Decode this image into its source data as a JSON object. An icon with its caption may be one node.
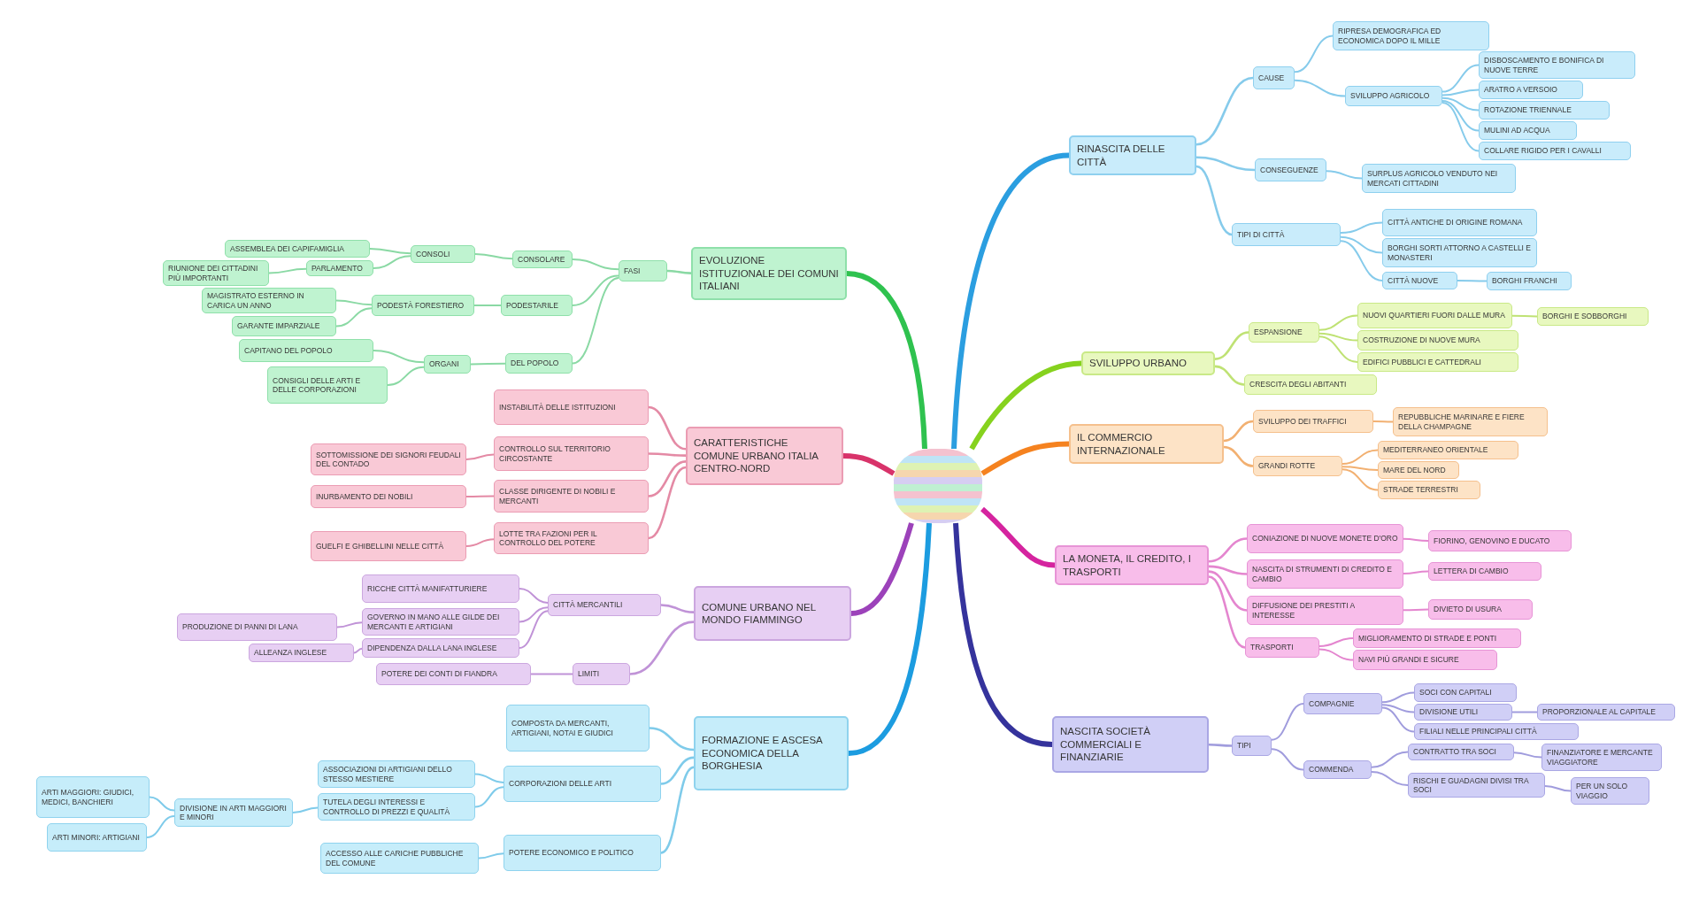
{
  "diagram": {
    "nodes": [
      {
        "text": [],
        "shape": "picture"
      },
      {
        "text": [
          "RINASCITA DELLE CITTÀ"
        ]
      },
      {
        "text": [
          "CAUSE"
        ]
      },
      {
        "text": [
          "RIPRESA DEMOGRAFICA ED ECONOMICA DOPO IL MILLE"
        ]
      },
      {
        "text": [
          "SVILUPPO AGRICOLO"
        ]
      },
      {
        "text": [
          "DISBOSCAMENTO E BONIFICA DI NUOVE TERRE"
        ]
      },
      {
        "text": [
          "ARATRO A VERSOIO"
        ]
      },
      {
        "text": [
          "ROTAZIONE TRIENNALE"
        ]
      },
      {
        "text": [
          "MULINI AD ACQUA"
        ]
      },
      {
        "text": [
          "COLLARE RIGIDO PER I CAVALLI"
        ]
      },
      {
        "text": [
          "CONSEGUENZE"
        ]
      },
      {
        "text": [
          "SURPLUS AGRICOLO VENDUTO NEI MERCATI CITTADINI"
        ]
      },
      {
        "text": [
          "TIPI DI CITTÀ"
        ]
      },
      {
        "text": [
          "CITTÀ ANTICHE DI ORIGINE ROMANA"
        ]
      },
      {
        "text": [
          "BORGHI SORTI ATTORNO A CASTELLI E MONASTERI"
        ]
      },
      {
        "text": [
          "CITTÀ NUOVE"
        ]
      },
      {
        "text": [
          "BORGHI FRANCHI"
        ]
      },
      {
        "text": [
          "SVILUPPO URBANO"
        ]
      },
      {
        "text": [
          "ESPANSIONE"
        ]
      },
      {
        "text": [
          "NUOVI QUARTIERI FUORI DALLE MURA"
        ]
      },
      {
        "text": [
          "BORGHI E SOBBORGHI"
        ]
      },
      {
        "text": [
          "COSTRUZIONE DI NUOVE MURA"
        ]
      },
      {
        "text": [
          "EDIFICI PUBBLICI E CATTEDRALI"
        ]
      },
      {
        "text": [
          "CRESCITA DEGLI ABITANTI"
        ]
      },
      {
        "text": [
          "IL COMMERCIO INTERNAZIONALE"
        ]
      },
      {
        "text": [
          "SVILUPPO DEI TRAFFICI"
        ]
      },
      {
        "text": [
          "REPUBBLICHE MARINARE E FIERE DELLA CHAMPAGNE"
        ]
      },
      {
        "text": [
          "GRANDI ROTTE"
        ]
      },
      {
        "text": [
          "MEDITERRANEO ORIENTALE"
        ]
      },
      {
        "text": [
          "MARE DEL NORD"
        ]
      },
      {
        "text": [
          "STRADE TERRESTRI"
        ]
      },
      {
        "text": [
          "LA MONETA, IL CREDITO, I TRASPORTI"
        ]
      },
      {
        "text": [
          "CONIAZIONE DI NUOVE MONETE D'ORO"
        ]
      },
      {
        "text": [
          "FIORINO, GENOVINO E DUCATO"
        ]
      },
      {
        "text": [
          "NASCITA DI STRUMENTI DI CREDITO E CAMBIO"
        ]
      },
      {
        "text": [
          "LETTERA DI CAMBIO"
        ]
      },
      {
        "text": [
          "DIFFUSIONE DEI PRESTITI A INTERESSE"
        ]
      },
      {
        "text": [
          "DIVIETO DI USURA"
        ]
      },
      {
        "text": [
          "TRASPORTI"
        ]
      },
      {
        "text": [
          "MIGLIORAMENTO DI STRADE E PONTI"
        ]
      },
      {
        "text": [
          "NAVI PIÙ GRANDI E SICURE"
        ]
      },
      {
        "text": [
          "NASCITA SOCIETÀ COMMERCIALI E FINANZIARIE"
        ]
      },
      {
        "text": [
          "TIPI"
        ]
      },
      {
        "text": [
          "COMPAGNIE"
        ]
      },
      {
        "text": [
          "SOCI CON CAPITALI"
        ]
      },
      {
        "text": [
          "DIVISIONE UTILI"
        ]
      },
      {
        "text": [
          "PROPORZIONALE AL CAPITALE"
        ]
      },
      {
        "text": [
          "FILIALI NELLE PRINCIPALI CITTÀ"
        ]
      },
      {
        "text": [
          "COMMENDA"
        ]
      },
      {
        "text": [
          "CONTRATTO TRA SOCI"
        ]
      },
      {
        "text": [
          "FINANZIATORE E MERCANTE VIAGGIATORE"
        ]
      },
      {
        "text": [
          "RISCHI E GUADAGNI DIVISI TRA SOCI"
        ]
      },
      {
        "text": [
          "PER UN SOLO VIAGGIO"
        ]
      },
      {
        "text": [
          "EVOLUZIONE ISTITUZIONALE DEI COMUNI ITALIANI"
        ]
      },
      {
        "text": [
          "FASI"
        ]
      },
      {
        "text": [
          "CONSOLARE"
        ]
      },
      {
        "text": [
          "CONSOLI"
        ]
      },
      {
        "text": [
          "ASSEMBLEA DEI CAPIFAMIGLIA"
        ]
      },
      {
        "text": [
          "PARLAMENTO"
        ]
      },
      {
        "text": [
          "RIUNIONE DEI CITTADINI PIÙ IMPORTANTI"
        ]
      },
      {
        "text": [
          "PODESTARILE"
        ]
      },
      {
        "text": [
          "PODESTÀ FORESTIERO"
        ]
      },
      {
        "text": [
          "MAGISTRATO ESTERNO IN CARICA UN ANNO"
        ]
      },
      {
        "text": [
          "GARANTE IMPARZIALE"
        ]
      },
      {
        "text": [
          "DEL POPOLO"
        ]
      },
      {
        "text": [
          "ORGANI"
        ]
      },
      {
        "text": [
          "CAPITANO DEL POPOLO"
        ]
      },
      {
        "text": [
          "CONSIGLI DELLE ARTI E DELLE CORPORAZIONI"
        ]
      },
      {
        "text": [
          "CARATTERISTICHE COMUNE URBANO ITALIA CENTRO-NORD"
        ]
      },
      {
        "text": [
          "INSTABILITÀ DELLE ISTITUZIONI"
        ]
      },
      {
        "text": [
          "CONTROLLO SUL TERRITORIO CIRCOSTANTE"
        ]
      },
      {
        "text": [
          "SOTTOMISSIONE DEI SIGNORI FEUDALI DEL CONTADO"
        ]
      },
      {
        "text": [
          "CLASSE DIRIGENTE DI NOBILI E MERCANTI"
        ]
      },
      {
        "text": [
          "INURBAMENTO DEI NOBILI"
        ]
      },
      {
        "text": [
          "LOTTE TRA FAZIONI PER IL CONTROLLO DEL POTERE"
        ]
      },
      {
        "text": [
          "GUELFI E GHIBELLINI NELLE CITTÀ"
        ]
      },
      {
        "text": [
          "COMUNE URBANO NEL MONDO FIAMMINGO"
        ]
      },
      {
        "text": [
          "CITTÀ MERCANTILI"
        ]
      },
      {
        "text": [
          "RICCHE CITTÀ MANIFATTURIERE"
        ]
      },
      {
        "text": [
          "GOVERNO IN MANO ALLE GILDE DEI MERCANTI E ARTIGIANI"
        ]
      },
      {
        "text": [
          "PRODUZIONE DI PANNI DI LANA"
        ]
      },
      {
        "text": [
          "DIPENDENZA DALLA LANA INGLESE"
        ]
      },
      {
        "text": [
          "ALLEANZA INGLESE"
        ]
      },
      {
        "text": [
          "LIMITI"
        ]
      },
      {
        "text": [
          "POTERE DEI CONTI DI FIANDRA"
        ]
      },
      {
        "text": [
          "FORMAZIONE E ASCESA ECONOMICA DELLA BORGHESIA"
        ]
      },
      {
        "text": [
          "COMPOSTA DA MERCANTI, ARTIGIANI, NOTAI E GIUDICI"
        ]
      },
      {
        "text": [
          "CORPORAZIONI DELLE ARTI"
        ]
      },
      {
        "text": [
          "ASSOCIAZIONI DI ARTIGIANI DELLO STESSO MESTIERE"
        ]
      },
      {
        "text": [
          "TUTELA DEGLI INTERESSI E CONTROLLO DI PREZZI E QUALITÀ"
        ]
      },
      {
        "text": [
          "DIVISIONE IN ARTI MAGGIORI E MINORI"
        ]
      },
      {
        "text": [
          "ARTI MAGGIORI: GIUDICI, MEDICI, BANCHIERI"
        ]
      },
      {
        "text": [
          "ARTI MINORI: ARTIGIANI"
        ]
      },
      {
        "text": [
          "POTERE ECONOMICO E POLITICO"
        ]
      },
      {
        "text": [
          "ACCESSO ALLE CARICHE PUBBLICHE DEL COMUNE"
        ]
      }
    ],
    "edges": [
      {
        "from": 0,
        "to": 1,
        "arrow": "none",
        "style": "thick",
        "color": "#2b9ee0"
      },
      {
        "from": 1,
        "to": 2,
        "arrow": "none",
        "color": "#86cbeb"
      },
      {
        "from": 2,
        "to": 3,
        "arrow": "none",
        "color": "#86cbeb"
      },
      {
        "from": 2,
        "to": 4,
        "arrow": "none",
        "color": "#86cbeb"
      },
      {
        "from": 4,
        "to": 5,
        "arrow": "none",
        "color": "#86cbeb"
      },
      {
        "from": 4,
        "to": 6,
        "arrow": "none",
        "color": "#86cbeb"
      },
      {
        "from": 4,
        "to": 7,
        "arrow": "none",
        "color": "#86cbeb"
      },
      {
        "from": 4,
        "to": 8,
        "arrow": "none",
        "color": "#86cbeb"
      },
      {
        "from": 4,
        "to": 9,
        "arrow": "none",
        "color": "#86cbeb"
      },
      {
        "from": 1,
        "to": 10,
        "arrow": "none",
        "color": "#86cbeb"
      },
      {
        "from": 10,
        "to": 11,
        "arrow": "none",
        "color": "#86cbeb"
      },
      {
        "from": 1,
        "to": 12,
        "arrow": "none",
        "color": "#86cbeb"
      },
      {
        "from": 12,
        "to": 13,
        "arrow": "none",
        "color": "#86cbeb"
      },
      {
        "from": 12,
        "to": 14,
        "arrow": "none",
        "color": "#86cbeb"
      },
      {
        "from": 12,
        "to": 15,
        "arrow": "none",
        "color": "#86cbeb"
      },
      {
        "from": 15,
        "to": 16,
        "arrow": "none",
        "color": "#86cbeb"
      },
      {
        "from": 0,
        "to": 17,
        "arrow": "none",
        "style": "thick",
        "color": "#86d21e"
      },
      {
        "from": 17,
        "to": 18,
        "arrow": "none",
        "color": "#bfe274"
      },
      {
        "from": 18,
        "to": 19,
        "arrow": "none",
        "color": "#bfe274"
      },
      {
        "from": 19,
        "to": 20,
        "arrow": "none",
        "color": "#bfe274"
      },
      {
        "from": 18,
        "to": 21,
        "arrow": "none",
        "color": "#bfe274"
      },
      {
        "from": 18,
        "to": 22,
        "arrow": "none",
        "color": "#bfe274"
      },
      {
        "from": 17,
        "to": 23,
        "arrow": "none",
        "color": "#bfe274"
      },
      {
        "from": 0,
        "to": 24,
        "arrow": "none",
        "style": "thick",
        "color": "#f5821f"
      },
      {
        "from": 24,
        "to": 25,
        "arrow": "none",
        "color": "#f2b071"
      },
      {
        "from": 25,
        "to": 26,
        "arrow": "none",
        "color": "#f2b071"
      },
      {
        "from": 24,
        "to": 27,
        "arrow": "none",
        "color": "#f2b071"
      },
      {
        "from": 27,
        "to": 28,
        "arrow": "none",
        "color": "#f2b071"
      },
      {
        "from": 27,
        "to": 29,
        "arrow": "none",
        "color": "#f2b071"
      },
      {
        "from": 27,
        "to": 30,
        "arrow": "none",
        "color": "#f2b071"
      },
      {
        "from": 0,
        "to": 31,
        "arrow": "none",
        "style": "thick",
        "color": "#d5249f"
      },
      {
        "from": 31,
        "to": 32,
        "arrow": "none",
        "color": "#e486cf"
      },
      {
        "from": 32,
        "to": 33,
        "arrow": "none",
        "color": "#e486cf"
      },
      {
        "from": 31,
        "to": 34,
        "arrow": "none",
        "color": "#e486cf"
      },
      {
        "from": 34,
        "to": 35,
        "arrow": "none",
        "color": "#e486cf"
      },
      {
        "from": 31,
        "to": 36,
        "arrow": "none",
        "color": "#e486cf"
      },
      {
        "from": 36,
        "to": 37,
        "arrow": "none",
        "color": "#e486cf"
      },
      {
        "from": 31,
        "to": 38,
        "arrow": "none",
        "color": "#e486cf"
      },
      {
        "from": 38,
        "to": 39,
        "arrow": "none",
        "color": "#e486cf"
      },
      {
        "from": 38,
        "to": 40,
        "arrow": "none",
        "color": "#e486cf"
      },
      {
        "from": 0,
        "to": 41,
        "arrow": "none",
        "style": "thick",
        "color": "#35339c"
      },
      {
        "from": 41,
        "to": 42,
        "arrow": "none",
        "color": "#a09cdd"
      },
      {
        "from": 42,
        "to": 43,
        "arrow": "none",
        "color": "#a09cdd"
      },
      {
        "from": 43,
        "to": 44,
        "arrow": "none",
        "color": "#a09cdd"
      },
      {
        "from": 43,
        "to": 45,
        "arrow": "none",
        "color": "#a09cdd"
      },
      {
        "from": 45,
        "to": 46,
        "arrow": "none",
        "color": "#a09cdd"
      },
      {
        "from": 43,
        "to": 47,
        "arrow": "none",
        "color": "#a09cdd"
      },
      {
        "from": 42,
        "to": 48,
        "arrow": "none",
        "color": "#a09cdd"
      },
      {
        "from": 48,
        "to": 49,
        "arrow": "none",
        "color": "#a09cdd"
      },
      {
        "from": 49,
        "to": 50,
        "arrow": "none",
        "color": "#a09cdd"
      },
      {
        "from": 48,
        "to": 51,
        "arrow": "none",
        "color": "#a09cdd"
      },
      {
        "from": 51,
        "to": 52,
        "arrow": "none",
        "color": "#a09cdd"
      },
      {
        "from": 0,
        "to": 53,
        "arrow": "none",
        "style": "thick",
        "color": "#2fc24f"
      },
      {
        "from": 53,
        "to": 54,
        "arrow": "none",
        "color": "#8ad9a4"
      },
      {
        "from": 54,
        "to": 55,
        "arrow": "none",
        "color": "#8ad9a4"
      },
      {
        "from": 55,
        "to": 56,
        "arrow": "none",
        "color": "#8ad9a4"
      },
      {
        "from": 56,
        "to": 57,
        "arrow": "none",
        "color": "#8ad9a4"
      },
      {
        "from": 56,
        "to": 58,
        "arrow": "none",
        "color": "#8ad9a4"
      },
      {
        "from": 58,
        "to": 59,
        "arrow": "none",
        "color": "#8ad9a4"
      },
      {
        "from": 54,
        "to": 60,
        "arrow": "none",
        "color": "#8ad9a4"
      },
      {
        "from": 60,
        "to": 61,
        "arrow": "none",
        "color": "#8ad9a4"
      },
      {
        "from": 61,
        "to": 62,
        "arrow": "none",
        "color": "#8ad9a4"
      },
      {
        "from": 61,
        "to": 63,
        "arrow": "none",
        "color": "#8ad9a4"
      },
      {
        "from": 54,
        "to": 64,
        "arrow": "none",
        "color": "#8ad9a4"
      },
      {
        "from": 64,
        "to": 65,
        "arrow": "none",
        "color": "#8ad9a4"
      },
      {
        "from": 65,
        "to": 66,
        "arrow": "none",
        "color": "#8ad9a4"
      },
      {
        "from": 65,
        "to": 67,
        "arrow": "none",
        "color": "#8ad9a4"
      },
      {
        "from": 0,
        "to": 68,
        "arrow": "none",
        "style": "thick",
        "color": "#d8336a"
      },
      {
        "from": 68,
        "to": 69,
        "arrow": "none",
        "color": "#e48aa5"
      },
      {
        "from": 68,
        "to": 70,
        "arrow": "none",
        "color": "#e48aa5"
      },
      {
        "from": 70,
        "to": 71,
        "arrow": "none",
        "color": "#e48aa5"
      },
      {
        "from": 68,
        "to": 72,
        "arrow": "none",
        "color": "#e48aa5"
      },
      {
        "from": 72,
        "to": 73,
        "arrow": "none",
        "color": "#e48aa5"
      },
      {
        "from": 68,
        "to": 74,
        "arrow": "none",
        "color": "#e48aa5"
      },
      {
        "from": 74,
        "to": 75,
        "arrow": "none",
        "color": "#e48aa5"
      },
      {
        "from": 0,
        "to": 76,
        "arrow": "none",
        "style": "thick",
        "color": "#9c42ba"
      },
      {
        "from": 76,
        "to": 77,
        "arrow": "none",
        "color": "#c093d7"
      },
      {
        "from": 77,
        "to": 78,
        "arrow": "none",
        "color": "#c093d7"
      },
      {
        "from": 77,
        "to": 79,
        "arrow": "none",
        "color": "#c093d7"
      },
      {
        "from": 79,
        "to": 80,
        "arrow": "none",
        "color": "#c093d7"
      },
      {
        "from": 77,
        "to": 81,
        "arrow": "none",
        "color": "#c093d7"
      },
      {
        "from": 81,
        "to": 82,
        "arrow": "none",
        "color": "#c093d7"
      },
      {
        "from": 76,
        "to": 83,
        "arrow": "none",
        "color": "#c093d7"
      },
      {
        "from": 83,
        "to": 84,
        "arrow": "none",
        "color": "#c093d7"
      },
      {
        "from": 0,
        "to": 85,
        "arrow": "none",
        "style": "thick",
        "color": "#1c9ce0"
      },
      {
        "from": 85,
        "to": 86,
        "arrow": "none",
        "color": "#7fcbea"
      },
      {
        "from": 85,
        "to": 87,
        "arrow": "none",
        "color": "#7fcbea"
      },
      {
        "from": 87,
        "to": 88,
        "arrow": "none",
        "color": "#7fcbea"
      },
      {
        "from": 87,
        "to": 89,
        "arrow": "none",
        "color": "#7fcbea"
      },
      {
        "from": 89,
        "to": 90,
        "arrow": "none",
        "color": "#7fcbea"
      },
      {
        "from": 90,
        "to": 91,
        "arrow": "none",
        "color": "#7fcbea"
      },
      {
        "from": 90,
        "to": 92,
        "arrow": "none",
        "color": "#7fcbea"
      },
      {
        "from": 85,
        "to": 93,
        "arrow": "none",
        "color": "#7fcbea"
      },
      {
        "from": 93,
        "to": 94,
        "arrow": "none",
        "color": "#7fcbea"
      }
    ]
  }
}
